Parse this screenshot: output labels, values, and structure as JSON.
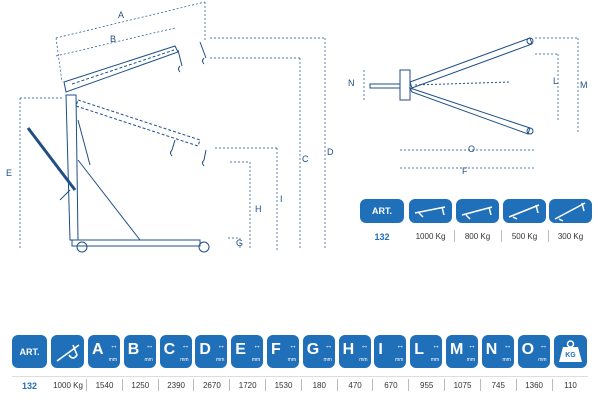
{
  "diagram_side": {
    "labels": {
      "A": "A",
      "B": "B",
      "C": "C",
      "D": "D",
      "E": "E",
      "G": "G",
      "H": "H",
      "I": "I"
    }
  },
  "diagram_top": {
    "labels": {
      "N": "N",
      "L": "L",
      "M": "M",
      "O": "O",
      "F": "F"
    }
  },
  "capacity_table": {
    "header": "ART.",
    "art": "132",
    "capacities": [
      "1000 Kg",
      "800 Kg",
      "500 Kg",
      "300 Kg"
    ]
  },
  "dims_table": {
    "header": "ART.",
    "art": "132",
    "letters": [
      "A",
      "B",
      "C",
      "D",
      "E",
      "F",
      "G",
      "H",
      "I",
      "L",
      "M",
      "N",
      "O"
    ],
    "unit": "mm",
    "kg_label": "KG",
    "values": [
      "1000 Kg",
      "1540",
      "1250",
      "2390",
      "2670",
      "1720",
      "1530",
      "180",
      "470",
      "670",
      "955",
      "1075",
      "745",
      "1360",
      "110"
    ]
  },
  "colors": {
    "brand": "#1f6fb9",
    "line": "#1f4f86"
  }
}
